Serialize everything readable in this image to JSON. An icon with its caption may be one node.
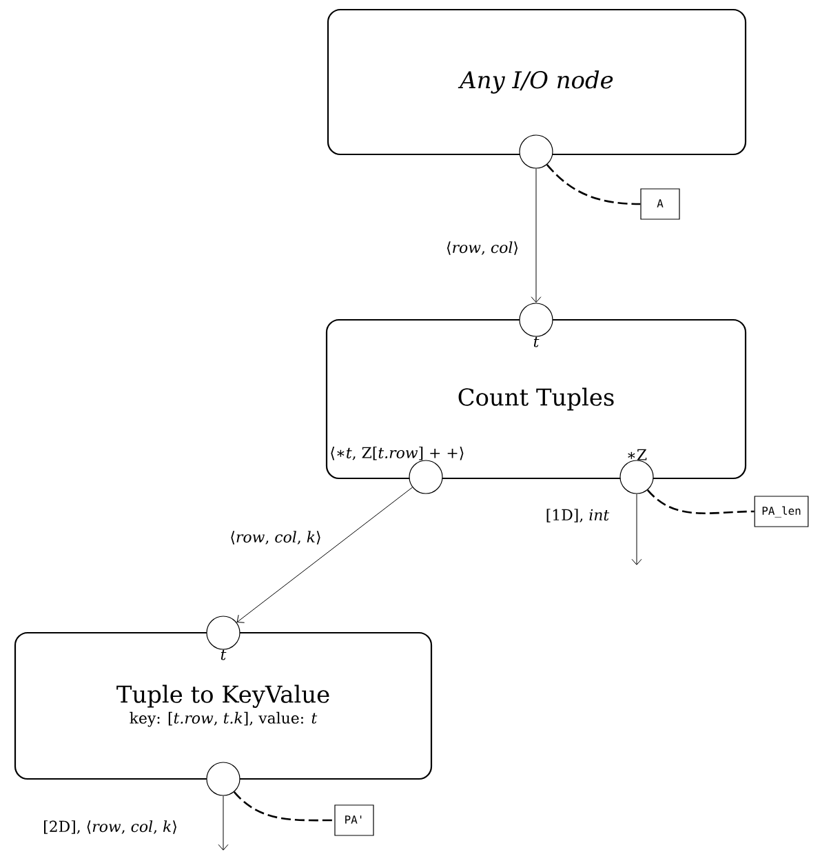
{
  "diagram": {
    "nodes": [
      {
        "text": [
          "Any I/O node"
        ]
      },
      {
        "text": [],
        "shape": "circle"
      },
      {
        "text": [
          "A"
        ]
      },
      {
        "text": [
          "Count Tuples"
        ]
      },
      {
        "text": [],
        "shape": "circle",
        "beside": [
          "t"
        ]
      },
      {
        "text": [],
        "shape": "circle",
        "beside": [
          "⟨∗*t*, Z[*t.row*] + +⟩"
        ]
      },
      {
        "text": [],
        "shape": "circle",
        "beside": [
          "∗Z"
        ]
      },
      {
        "text": [
          "PA_len"
        ]
      },
      {
        "text": [
          "Tuple to KeyValue",
          "key: [*t.row*, *t.k*], value: *t*"
        ]
      },
      {
        "text": [],
        "shape": "circle",
        "beside": [
          "t"
        ]
      },
      {
        "text": [],
        "shape": "circle"
      },
      {
        "text": [
          "PA'"
        ]
      }
    ],
    "edges": [
      {
        "from": 1,
        "to": 4,
        "arrow": "to",
        "label": "⟨*row*, *col*⟩"
      },
      {
        "from": 1,
        "to": 2,
        "arrow": "none",
        "style": "dashed"
      },
      {
        "from": 5,
        "to": 9,
        "arrow": "to",
        "label": "⟨*row*, *col*, *k*⟩"
      },
      {
        "from": 6,
        "to": null,
        "arrow": "to",
        "label": "[1D], *int*"
      },
      {
        "from": 6,
        "to": 7,
        "arrow": "none",
        "style": "dashed"
      },
      {
        "from": 10,
        "to": null,
        "arrow": "to",
        "label": "[2D], ⟨*row*, *col*, *k*⟩"
      },
      {
        "from": 10,
        "to": 11,
        "arrow": "none",
        "style": "dashed"
      }
    ]
  }
}
